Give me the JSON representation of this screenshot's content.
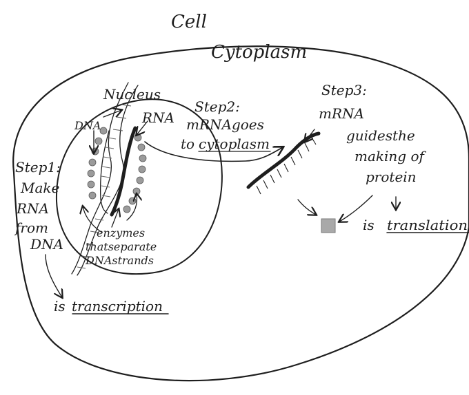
{
  "labels": {
    "cell": "Cell",
    "cytoplasm": "Cytoplasm",
    "nucleus": "Nucleus",
    "dna": "DNA",
    "rna": "RNA",
    "step1_line1": "Step1:",
    "step1_line2": "Make",
    "step1_line3": "RNA",
    "step1_line4": "from",
    "step1_line5": "DNA",
    "transcription_prefix": "is",
    "transcription_word": "transcription",
    "enzymes_line1": "enzymes",
    "enzymes_line2": "thatseparate",
    "enzymes_line3": "DNAstrands",
    "step2_line1": "Step2:",
    "step2_line2": "mRNAgoes",
    "step2_line3": "to",
    "step2_line3b": "cytoplasm",
    "step3_line1": "Step3:",
    "step3_line2": "mRNA",
    "step3_line3": "guidesthe",
    "step3_line4": "making of",
    "step3_line5": "protein",
    "translation_prefix": "is",
    "translation_word": "translation"
  },
  "colors": {
    "ink": "#1e1e1e",
    "strand": "#7a7a7a",
    "protein": "#a9a9a9",
    "beads": "#9b9b9b"
  }
}
